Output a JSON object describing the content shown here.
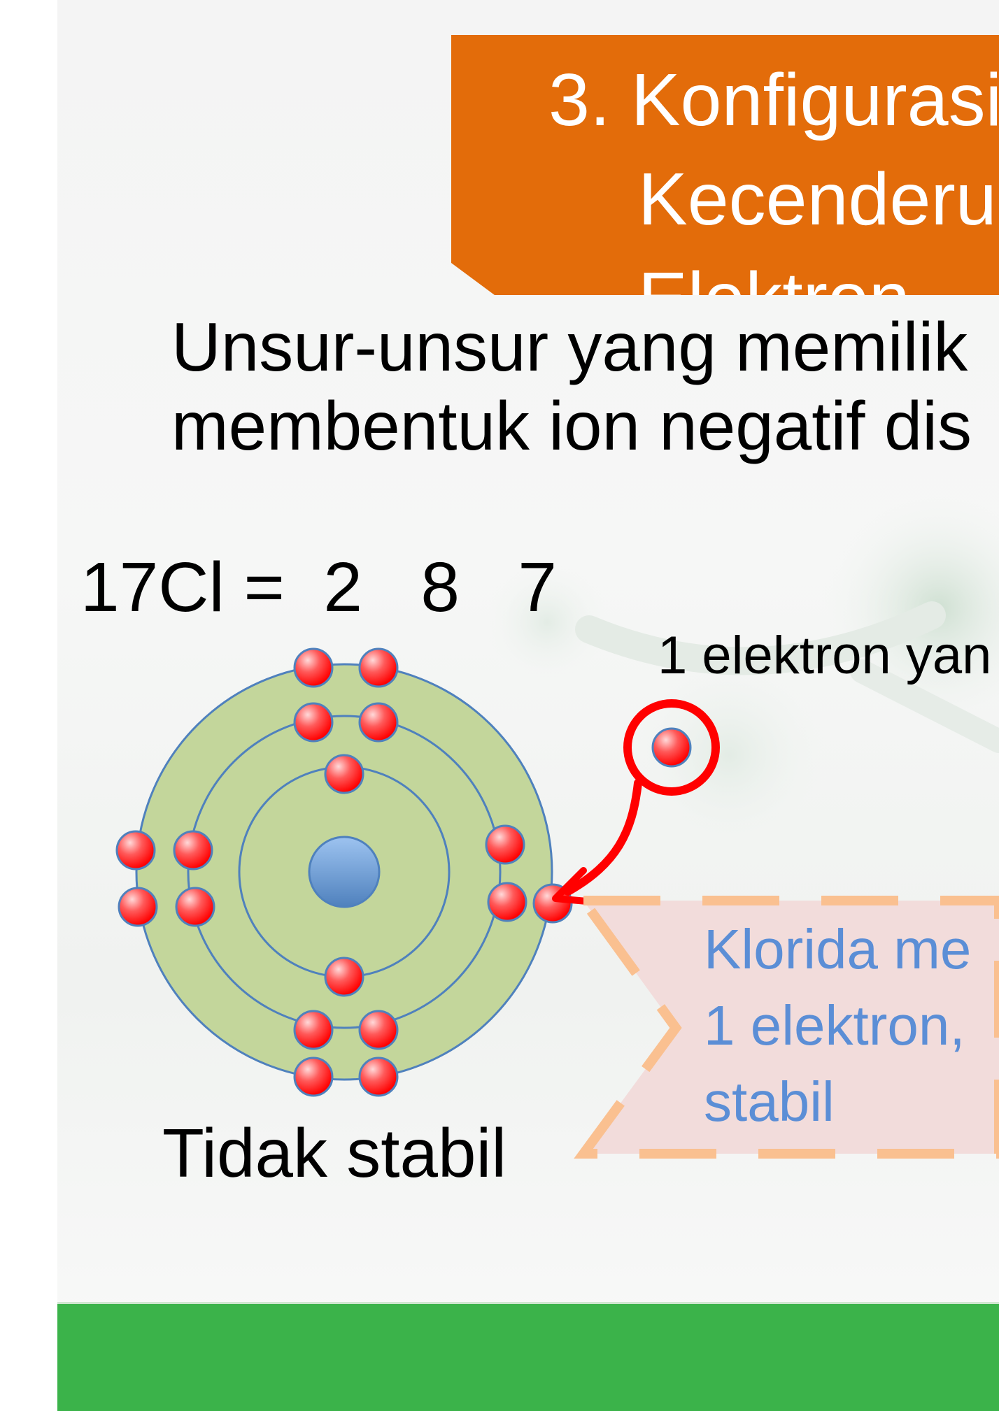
{
  "title": {
    "line1": "3. Konfigurasi",
    "line2": "Kecenderun",
    "line3": "Elektron"
  },
  "body": {
    "line1": "Unsur-unsur yang memilik",
    "line2": "membentuk ion negatif dis"
  },
  "configuration": "17Cl =  2   8   7",
  "lone_electron_label": "1 elektron yan",
  "state_label": "Tidak stabil",
  "callout": {
    "line1": "Klorida me",
    "line2": "1 elektron,",
    "line3": "stabil"
  },
  "colors": {
    "title_bg": "#e36c0a",
    "shell_fill": "#c3d69b",
    "orbit_stroke": "#4f81bd",
    "nucleus": "#4f81bd",
    "electron": "#ff0000",
    "arrow": "#ff0000",
    "callout_fill": "#f2dcdb",
    "callout_border": "#fac090",
    "callout_text": "#5b8ed6",
    "footer": "#3bb34a"
  }
}
